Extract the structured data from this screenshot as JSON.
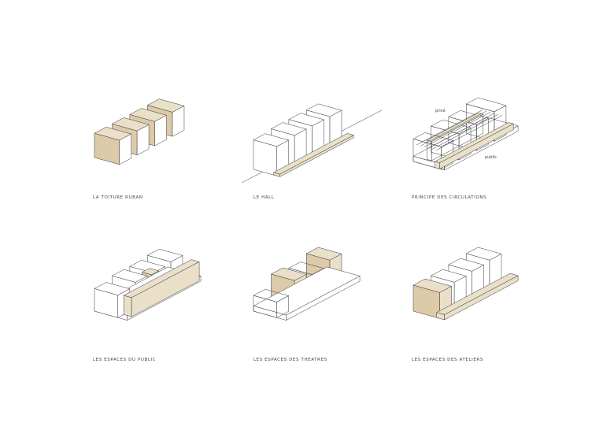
{
  "diagrams": [
    {
      "id": "toiture",
      "title": "LA TOITURE RUBAN"
    },
    {
      "id": "hall",
      "title": "LE HALL"
    },
    {
      "id": "circulations",
      "title": "PRINCIPE DES CIRCULATIONS",
      "tags": {
        "private": "privé",
        "public": "public"
      }
    },
    {
      "id": "public",
      "title": "LES ESPACES DU PUBLIC"
    },
    {
      "id": "theatres",
      "title": "LES ESPACES DES THEATRES"
    },
    {
      "id": "ateliers",
      "title": "LES ESPACES DES ATELIERS"
    }
  ],
  "colors": {
    "line": "#3a3a3a",
    "tint": "#eadfc9",
    "tint_dark": "#dccaa8",
    "background": "#ffffff"
  }
}
